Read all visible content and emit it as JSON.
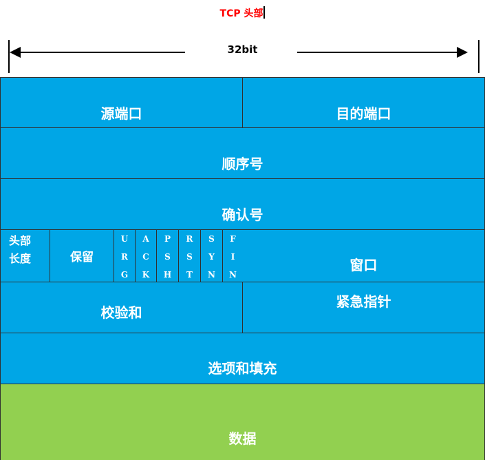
{
  "title": "TCP 头部",
  "width_label": "32bit",
  "colors": {
    "field": "#00a6e6",
    "data": "#92d050",
    "title": "#ff0000",
    "text": "#ffffff"
  },
  "fields": {
    "source_port": "源端口",
    "dest_port": "目的端口",
    "sequence_number": "顺序号",
    "ack_number": "确认号",
    "header_length_line1": "头部",
    "header_length_line2": "长度",
    "reserved": "保留",
    "window": "窗口",
    "checksum": "校验和",
    "urgent_pointer": "紧急指针",
    "options_padding": "选项和填充",
    "data": "数据"
  },
  "flags": [
    {
      "c1": "U",
      "c2": "R",
      "c3": "G"
    },
    {
      "c1": "A",
      "c2": "C",
      "c3": "K"
    },
    {
      "c1": "P",
      "c2": "S",
      "c3": "H"
    },
    {
      "c1": "R",
      "c2": "S",
      "c3": "T"
    },
    {
      "c1": "S",
      "c2": "Y",
      "c3": "N"
    },
    {
      "c1": "F",
      "c2": "I",
      "c3": "N"
    }
  ]
}
